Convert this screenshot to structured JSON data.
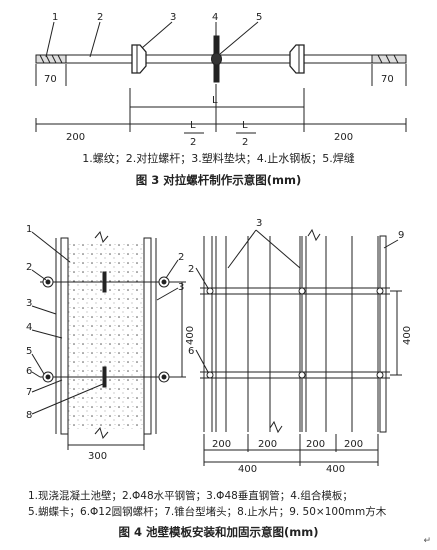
{
  "fig3": {
    "numbers": [
      "1",
      "2",
      "3",
      "4",
      "5"
    ],
    "dims": {
      "end_left": "70",
      "end_right": "70",
      "L": "L",
      "half_num": "L",
      "half_den": "2",
      "side_left": "200",
      "side_right": "200"
    },
    "legend": "1.螺纹；2.对拉螺杆；3.塑料垫块；4.止水钢板；5.焊缝",
    "title": "图 3    对拉螺杆制作示意图(mm)"
  },
  "fig4": {
    "left_numbers": [
      "1",
      "2",
      "3",
      "4",
      "5",
      "6",
      "7",
      "8"
    ],
    "left_right_numbers": [
      "2",
      "3"
    ],
    "right_numbers": [
      "2",
      "3",
      "6",
      "9"
    ],
    "dims": {
      "wall": "300",
      "spacing_left": "400",
      "spacing_right": "400",
      "bottom_200": [
        "200",
        "200",
        "200",
        "200"
      ],
      "bottom_400": [
        "400",
        "400"
      ]
    },
    "legend_line1": "1.现浇混凝土池壁；2.Φ48水平钢管；3.Φ48垂直钢管；4.组合模板；",
    "legend_line2": "5.蝴蝶卡；6.Φ12圆钢螺杆；7.锥台型堵头；8.止水片；9. 50×100mm方木",
    "title": "图 4    池壁模板安装和加固示意图(mm)"
  },
  "corner_mark": "↵"
}
